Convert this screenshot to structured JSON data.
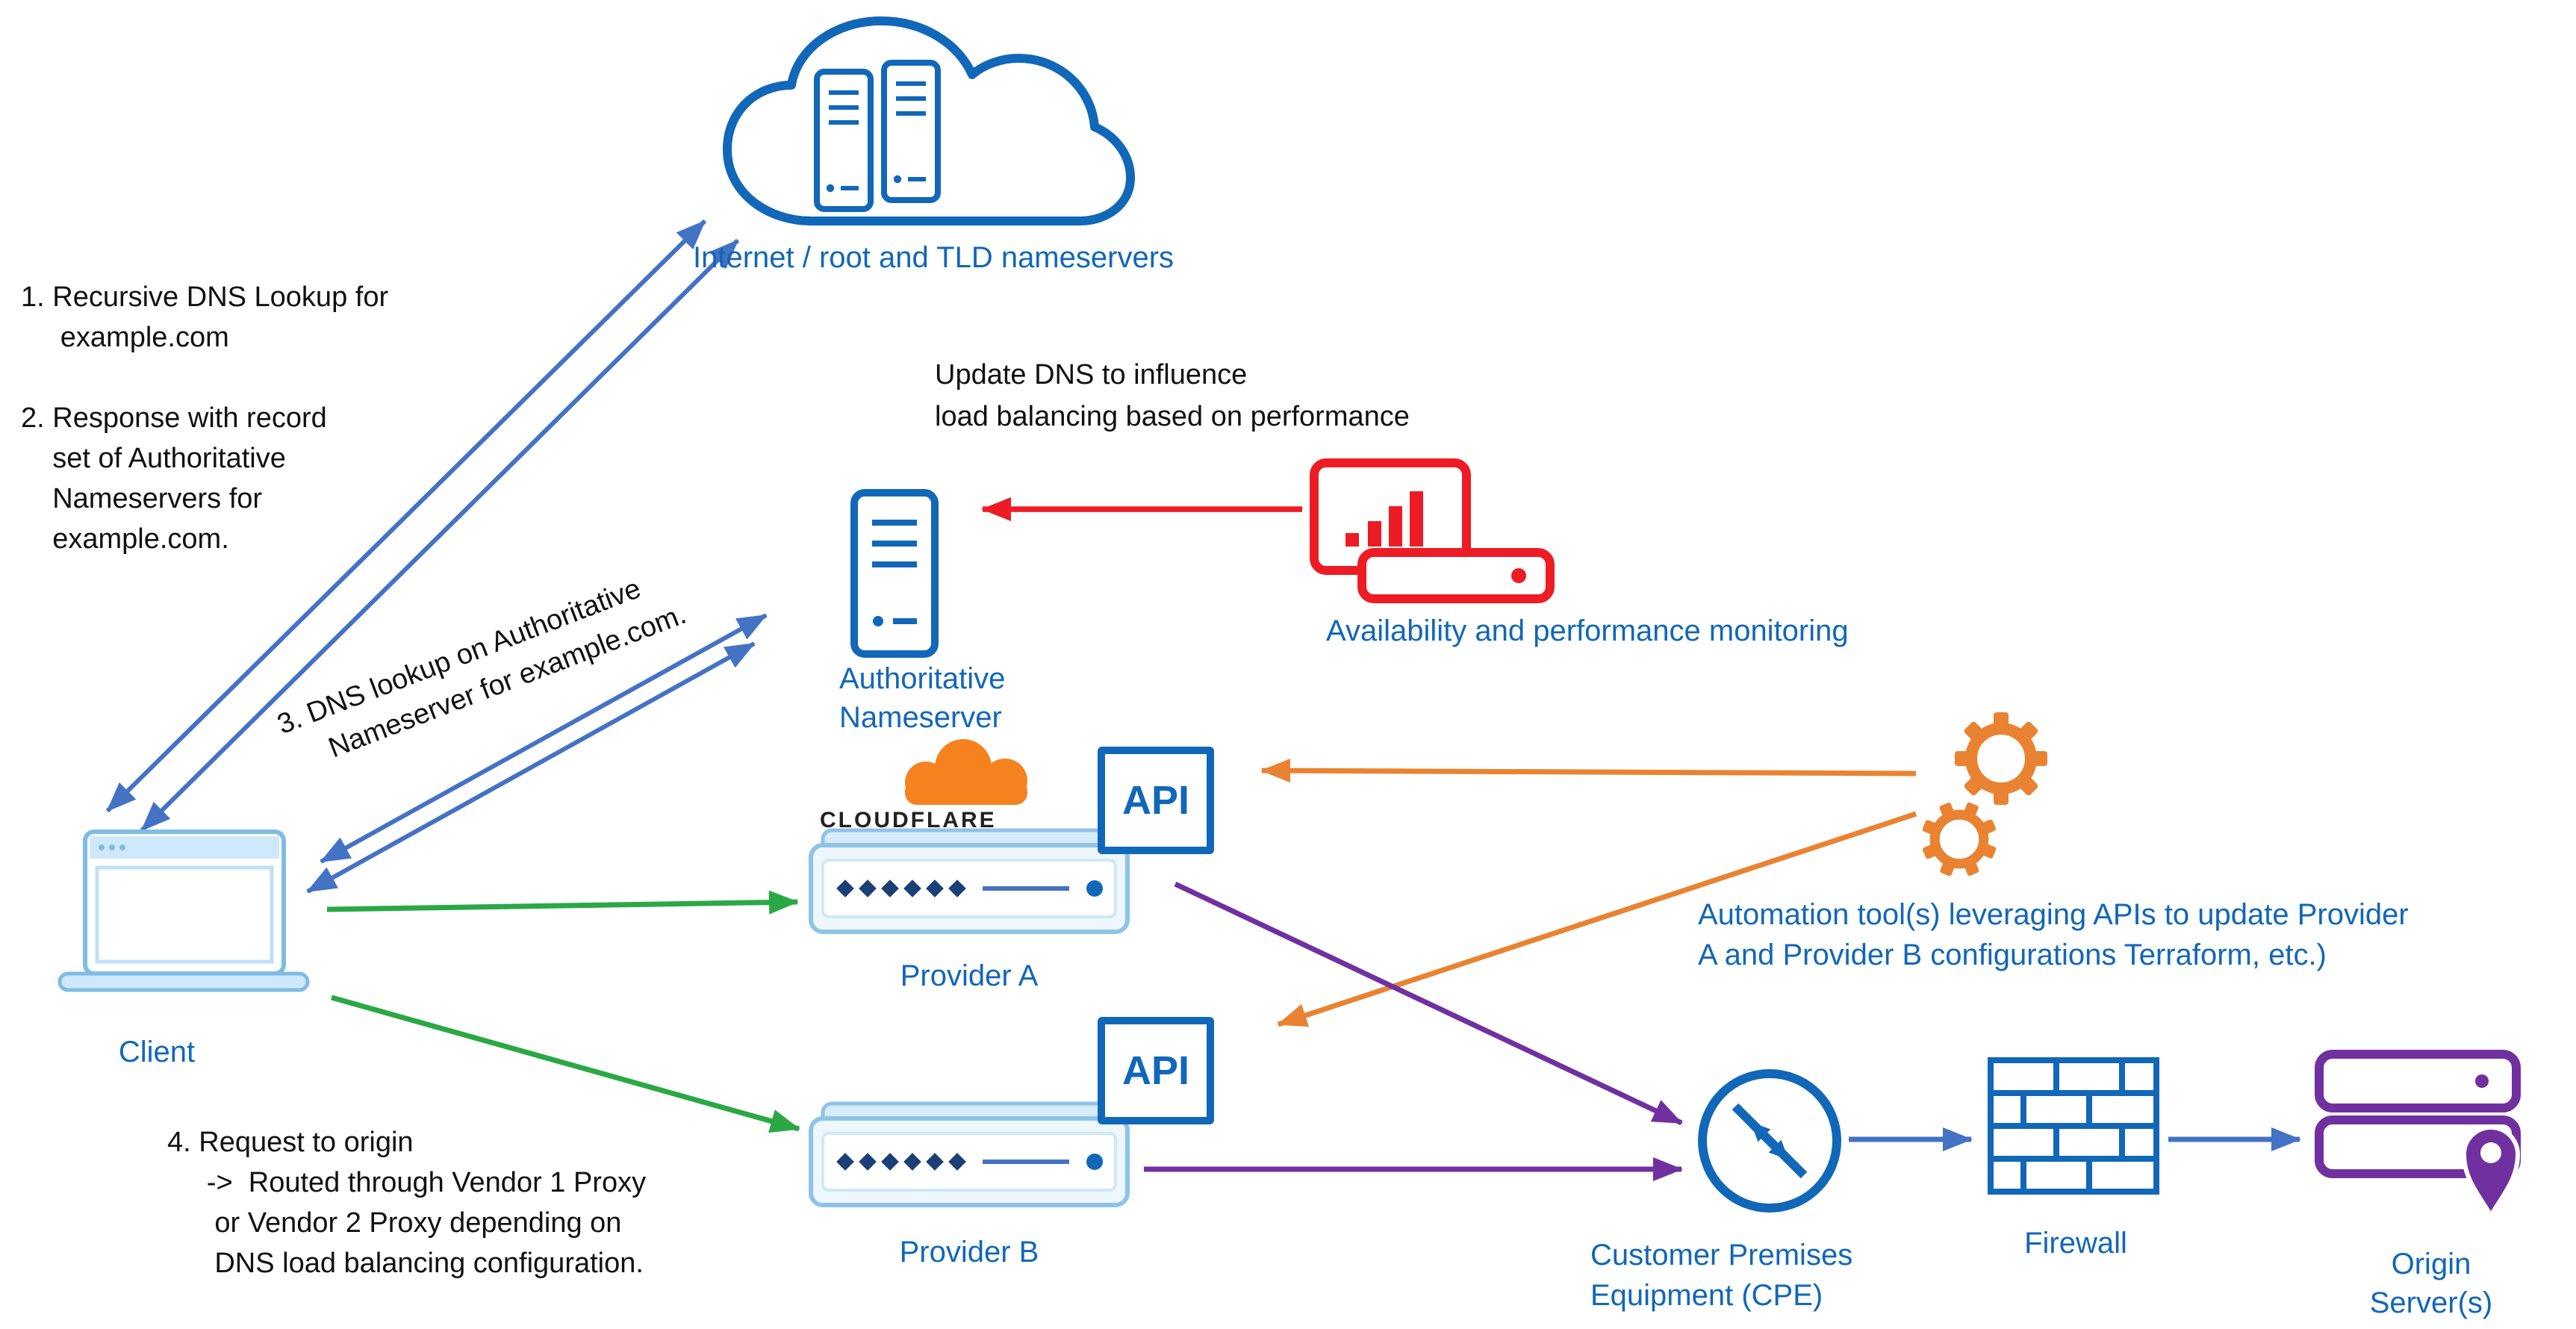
{
  "colors": {
    "icon_blue": "#1167b8",
    "arrow_blue": "#4472c4",
    "green": "#2aa844",
    "red": "#ed1c24",
    "orange": "#e98331",
    "purple": "#7030a0",
    "cloudflare_orange": "#f6821f"
  },
  "nodes": {
    "internet": {
      "label": "Internet / root and TLD nameservers"
    },
    "auth_nameserver": {
      "label": "Authoritative\nNameserver"
    },
    "monitoring": {
      "label": "Availability and performance monitoring"
    },
    "client": {
      "label": "Client"
    },
    "provider_a": {
      "brand": "CLOUDFLARE",
      "api_label": "API",
      "label": "Provider A"
    },
    "provider_b": {
      "api_label": "API",
      "label": "Provider B"
    },
    "automation": {
      "label": "Automation tool(s)  leveraging APIs to update Provider\nA and Provider B configurations Terraform, etc.)"
    },
    "cpe": {
      "label": "Customer Premises\nEquipment (CPE)"
    },
    "firewall": {
      "label": "Firewall"
    },
    "origin": {
      "label": "Origin Server(s)"
    }
  },
  "annotations": {
    "steps_1_2": "1. Recursive DNS Lookup for\n     example.com\n\n2. Response with record\n    set of Authoritative\n    Nameservers for\n    example.com.",
    "step_3": "3. DNS lookup on Authoritative\n     Nameserver for example.com.",
    "step_4": "4. Request to origin\n     ->  Routed through Vendor 1 Proxy\n      or Vendor 2 Proxy depending on\n      DNS load balancing configuration.",
    "update_dns": "Update DNS to influence\nload balancing based on performance"
  }
}
